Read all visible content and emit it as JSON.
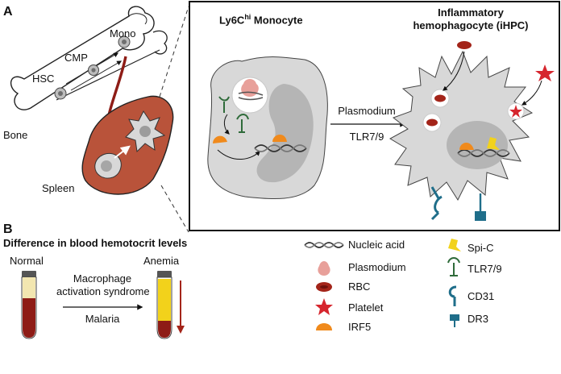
{
  "panel_a": {
    "letter": "A",
    "bone_labels": {
      "mono": "Mono",
      "cmp": "CMP",
      "hsc": "HSC",
      "bone": "Bone",
      "spleen": "Spleen"
    },
    "monocyte_title": "Ly6C",
    "monocyte_sup": "hi",
    "monocyte_rest": " Monocyte",
    "ihpc_title_line1": "Inflammatory",
    "ihpc_title_line2": "hemophagocyte (iHPC)",
    "arrow_top": "Plasmodium",
    "arrow_bottom": "TLR7/9"
  },
  "panel_b": {
    "letter": "B",
    "heading": "Difference in blood hemotocrit levels",
    "normal": "Normal",
    "anemia": "Anemia",
    "arrow_top_line1": "Macrophage",
    "arrow_top_line2": "activation syndrome",
    "arrow_bottom": "Malaria"
  },
  "legend": {
    "left": [
      "Nucleic acid",
      "Plasmodium",
      "RBC",
      "Platelet",
      "IRF5"
    ],
    "right": [
      "Spi-C",
      "TLR7/9",
      "CD31",
      "DR3"
    ]
  },
  "colors": {
    "rbc": "#a32419",
    "plasmodium": "#e8a09a",
    "platelet": "#d6262e",
    "irf5": "#f08a1c",
    "spic": "#f2d21b",
    "tlr": "#2f6b3a",
    "receptor": "#1f6e8a",
    "spleen": "#b9533a",
    "cell": "#d8d8d8"
  }
}
